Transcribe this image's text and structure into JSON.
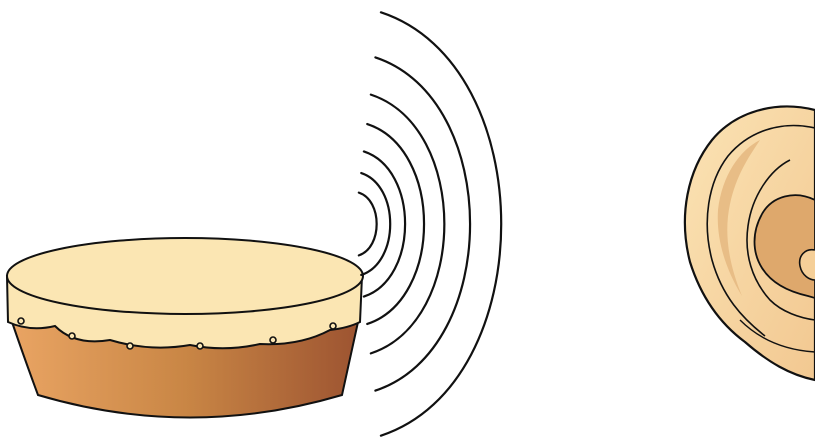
{
  "scene": {
    "subjects": [
      "drum",
      "sound-waves",
      "ear"
    ],
    "colors": {
      "drum_head": "#fbe6b3",
      "drum_body_left": "#e9a463",
      "drum_body_mid": "#c98645",
      "drum_body_right": "#9d5431",
      "ear_skin": "#f8d8a3",
      "ear_shadow": "#e3b57c",
      "ear_inner": "#d9a36b",
      "outline": "#111111"
    },
    "wave_count": 7
  }
}
